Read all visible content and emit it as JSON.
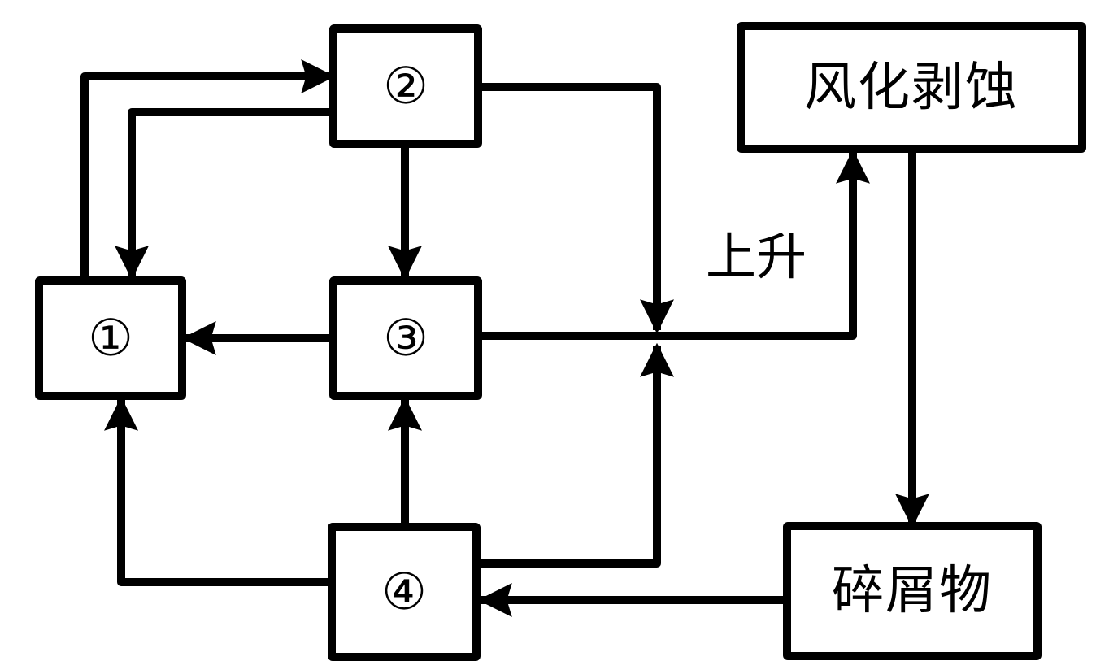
{
  "diagram": {
    "title": "",
    "nodes": {
      "n1": {
        "label": "①"
      },
      "n2": {
        "label": "②"
      },
      "n3": {
        "label": "③"
      },
      "n4": {
        "label": "④"
      },
      "weathering": {
        "label": "风化剥蚀"
      },
      "sediment": {
        "label": "碎屑物"
      }
    },
    "edge_labels": {
      "uplift": "上升"
    },
    "edges": [
      {
        "from": "n1",
        "to": "n2"
      },
      {
        "from": "n2",
        "to": "n1"
      },
      {
        "from": "n2",
        "to": "n3"
      },
      {
        "from": "n3",
        "to": "n1"
      },
      {
        "from": "n4",
        "to": "n1"
      },
      {
        "from": "n4",
        "to": "n3"
      },
      {
        "from": "n2",
        "to": "uplift-junction"
      },
      {
        "from": "n4",
        "to": "uplift-junction"
      },
      {
        "from": "n3",
        "to": "weathering",
        "label": "上升"
      },
      {
        "from": "weathering",
        "to": "sediment"
      },
      {
        "from": "sediment",
        "to": "n4"
      }
    ],
    "colors": {
      "stroke": "#000000",
      "background": "#ffffff"
    }
  }
}
